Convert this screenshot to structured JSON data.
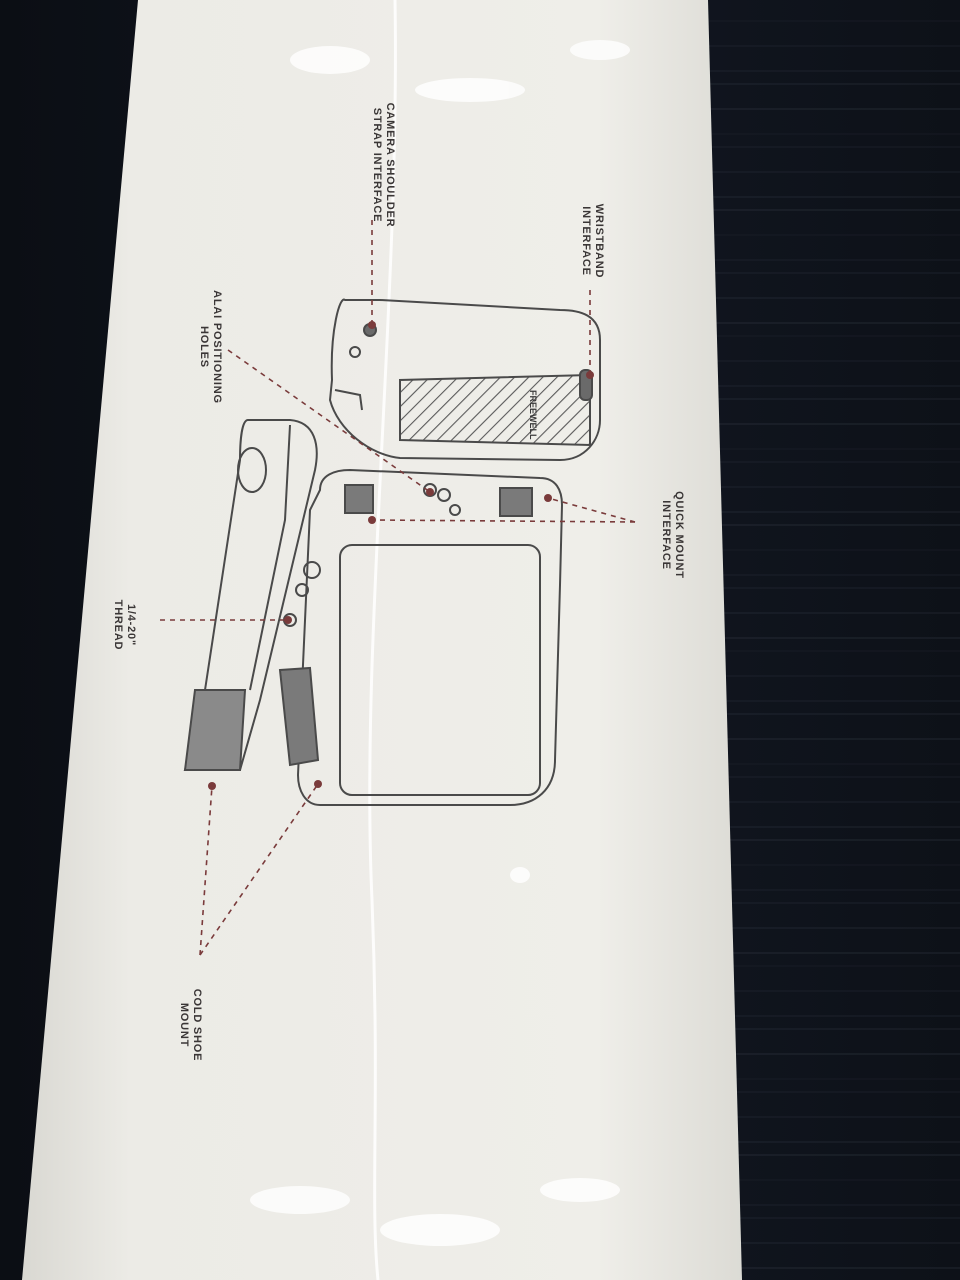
{
  "callouts": {
    "camera_strap": {
      "line1": "CAMERA SHOULDER",
      "line2": "STRAP INTERFACE"
    },
    "wristband": {
      "line1": "WRISTBAND",
      "line2": "INTERFACE"
    },
    "alai": {
      "line1": "ALAI POSITIONING",
      "line2": "HOLES"
    },
    "thread": {
      "line1": "1/4-20\"",
      "line2": "THREAD"
    },
    "quick_mount": {
      "line1": "QUICK MOUNT",
      "line2": "INTERFACE"
    },
    "cold_shoe": {
      "line1": "COLD SHOE",
      "line2": "MOUNT"
    }
  },
  "brand": "FREEWELL",
  "colors": {
    "box": "#ecebe6",
    "line_art": "#4a4a4a",
    "callout_line": "#7a3b3b",
    "table": "#0e1117"
  }
}
